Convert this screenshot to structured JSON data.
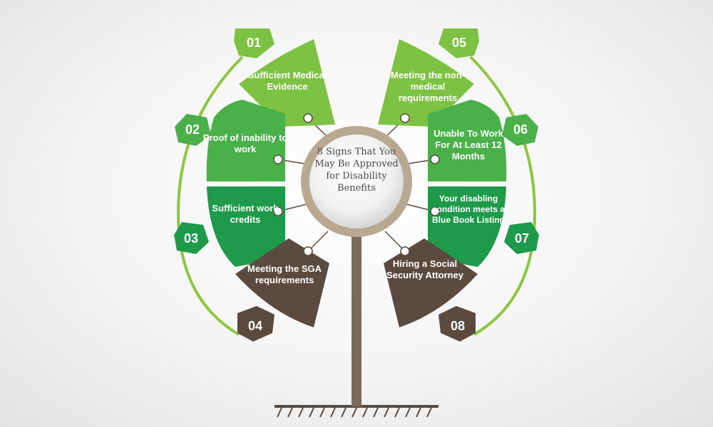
{
  "center_title": "8 Signs That You May Be Approved for Disability Benefits",
  "colors": {
    "light_green": "#7dc242",
    "mid_green": "#4ab04a",
    "dark_green": "#1e9a4a",
    "brown": "#5b4a40",
    "arc_green": "#8cc63f",
    "stem": "#7a6a5c"
  },
  "items": [
    {
      "number": "01",
      "label": "Sufficient Medical Evidence"
    },
    {
      "number": "02",
      "label": "Proof of inability to work"
    },
    {
      "number": "03",
      "label": "Sufficient work credits"
    },
    {
      "number": "04",
      "label": "Meeting the SGA requirements"
    },
    {
      "number": "05",
      "label": "Meeting the non-medical requirements"
    },
    {
      "number": "06",
      "label": "Unable To Work For At Least 12 Months"
    },
    {
      "number": "07",
      "label": "Your disabling condition meets a Blue Book Listing"
    },
    {
      "number": "08",
      "label": "Hiring a Social Security Attorney"
    }
  ]
}
